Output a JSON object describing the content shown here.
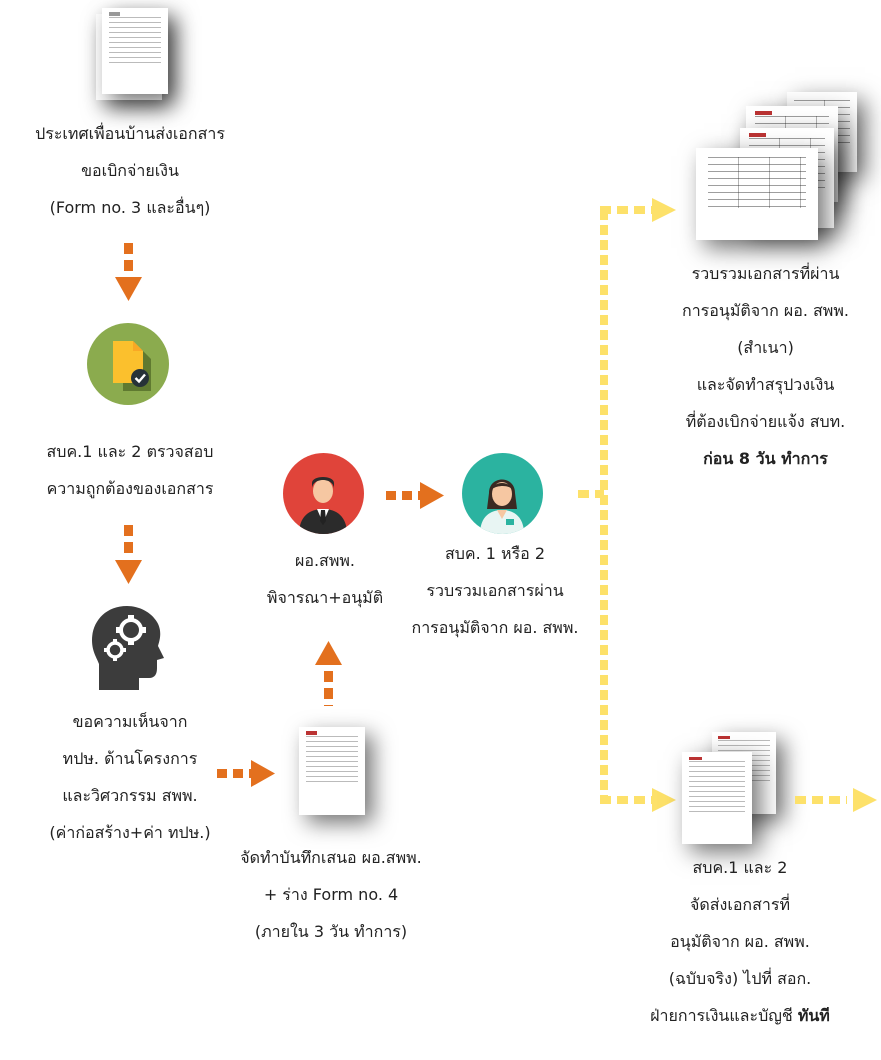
{
  "step1": {
    "lines": [
      "ประเทศเพื่อนบ้านส่งเอกสาร",
      "ขอเบิกจ่ายเงิน",
      "(Form no. 3 และอื่นๆ)"
    ]
  },
  "step2": {
    "lines": [
      "สบค.1 และ 2 ตรวจสอบ",
      "ความถูกต้องของเอกสาร"
    ]
  },
  "step3": {
    "lines": [
      "ขอความเห็นจาก",
      "ทปษ. ด้านโครงการ",
      "และวิศวกรรม สพพ.",
      "(ค่าก่อสร้าง+ค่า ทปษ.)"
    ]
  },
  "step4": {
    "lines": [
      "จัดทำบันทึกเสนอ ผอ.สพพ.",
      "+ ร่าง Form no. 4",
      "(ภายใน 3 วัน ทำการ)"
    ]
  },
  "step5": {
    "lines": [
      "ผอ.สพพ.",
      "พิจารณา+อนุมัติ"
    ]
  },
  "step6": {
    "lines": [
      "สบค. 1 หรือ 2",
      "รวบรวมเอกสารผ่าน",
      "การอนุมัติจาก ผอ. สพพ."
    ]
  },
  "step7": {
    "lines": [
      "รวบรวมเอกสารที่ผ่าน",
      "การอนุมัติจาก ผอ. สพพ.",
      "(สำเนา)",
      "และจัดทำสรุปวงเงิน",
      "ที่ต้องเบิกจ่ายแจ้ง สบท.",
      "ก่อน 8 วัน ทำการ"
    ]
  },
  "step8": {
    "lines": [
      "สบค.1 และ 2",
      "จัดส่งเอกสารที่",
      "อนุมัติจาก ผอ. สพพ.",
      "(ฉบับจริง) ไปที่ สอก."
    ],
    "last_line": "ฝ่ายการเงินและบัญชี",
    "last_bold": "ทันที"
  },
  "colors": {
    "orange_arrow": "#e3701e",
    "yellow_arrow": "#fde16a",
    "file_circle": "#8bab4e",
    "file_icon": "#fbc02d",
    "check_badge": "#263238",
    "head_icon": "#3c3c3c",
    "director_circle": "#e0443a",
    "staff_circle": "#2bb3a0"
  },
  "icons": [
    "document-icon",
    "file-check-icon",
    "head-gears-icon",
    "director-icon",
    "staff-icon",
    "document-stack-icon"
  ]
}
